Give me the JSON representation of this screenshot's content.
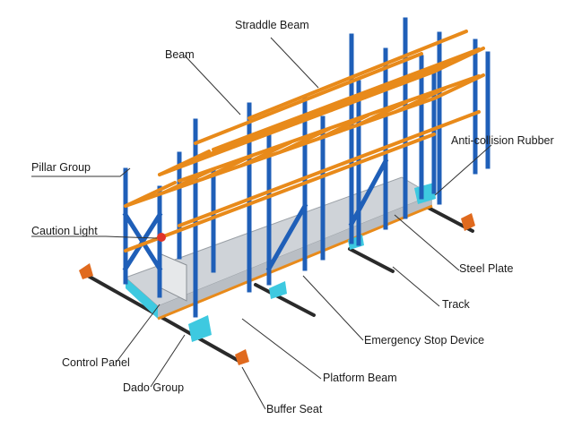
{
  "diagram": {
    "labels": {
      "straddle_beam": "Straddle Beam",
      "beam": "Beam",
      "pillar_group": "Pillar Group",
      "caution_light": "Caution Light",
      "anti_collision_rubber": "Anti-collision Rubber",
      "steel_plate": "Steel Plate",
      "track": "Track",
      "emergency_stop_device": "Emergency Stop Device",
      "control_panel": "Control Panel",
      "dado_group": "Dado Group",
      "platform_beam": "Platform Beam",
      "buffer_seat": "Buffer Seat"
    },
    "colors": {
      "upright_blue": "#1f5fb8",
      "beam_orange": "#e88a1a",
      "base_cyan": "#3ec9e0",
      "platform_gray": "#cfd3d8",
      "track_dark": "#2a2a2a",
      "buffer_orange": "#e06a1e",
      "leader_line": "#333333"
    }
  }
}
